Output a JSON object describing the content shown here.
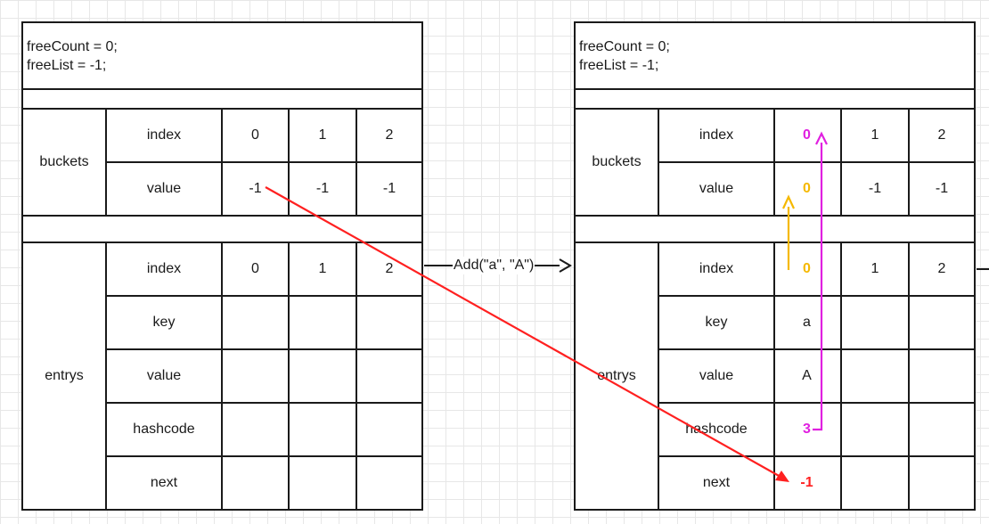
{
  "operation_label": "Add(\"a\", \"A\")",
  "colors": {
    "line": "#1a1a1a",
    "red": "#ff2020",
    "yellow": "#f5b800",
    "magenta": "#e020e0"
  },
  "before": {
    "header": {
      "line1": "freeCount = 0;",
      "line2": "freeList = -1;"
    },
    "buckets": {
      "label": "buckets",
      "row_labels": [
        "index",
        "value"
      ],
      "index": [
        "0",
        "1",
        "2"
      ],
      "value": [
        "-1",
        "-1",
        "-1"
      ]
    },
    "entrys": {
      "label": "entrys",
      "row_labels": [
        "index",
        "key",
        "value",
        "hashcode",
        "next"
      ],
      "index": [
        "0",
        "1",
        "2"
      ],
      "key": [
        "",
        "",
        ""
      ],
      "value": [
        "",
        "",
        ""
      ],
      "hashcode": [
        "",
        "",
        ""
      ],
      "next": [
        "",
        "",
        ""
      ]
    }
  },
  "after": {
    "header": {
      "line1": "freeCount = 0;",
      "line2": "freeList = -1;"
    },
    "buckets": {
      "label": "buckets",
      "row_labels": [
        "index",
        "value"
      ],
      "index": [
        "0",
        "1",
        "2"
      ],
      "value": [
        "0",
        "-1",
        "-1"
      ]
    },
    "entrys": {
      "label": "entrys",
      "row_labels": [
        "index",
        "key",
        "value",
        "hashcode",
        "next"
      ],
      "index": [
        "0",
        "1",
        "2"
      ],
      "key": [
        "a",
        "",
        ""
      ],
      "value": [
        "A",
        "",
        ""
      ],
      "hashcode": [
        "3",
        "",
        ""
      ],
      "next": [
        "-1",
        "",
        ""
      ]
    }
  },
  "highlights": {
    "buckets_index_0": "magenta",
    "buckets_value_0": "yellow",
    "entrys_index_0": "yellow",
    "entrys_hashcode_0": "magenta",
    "entrys_next_0": "red"
  }
}
